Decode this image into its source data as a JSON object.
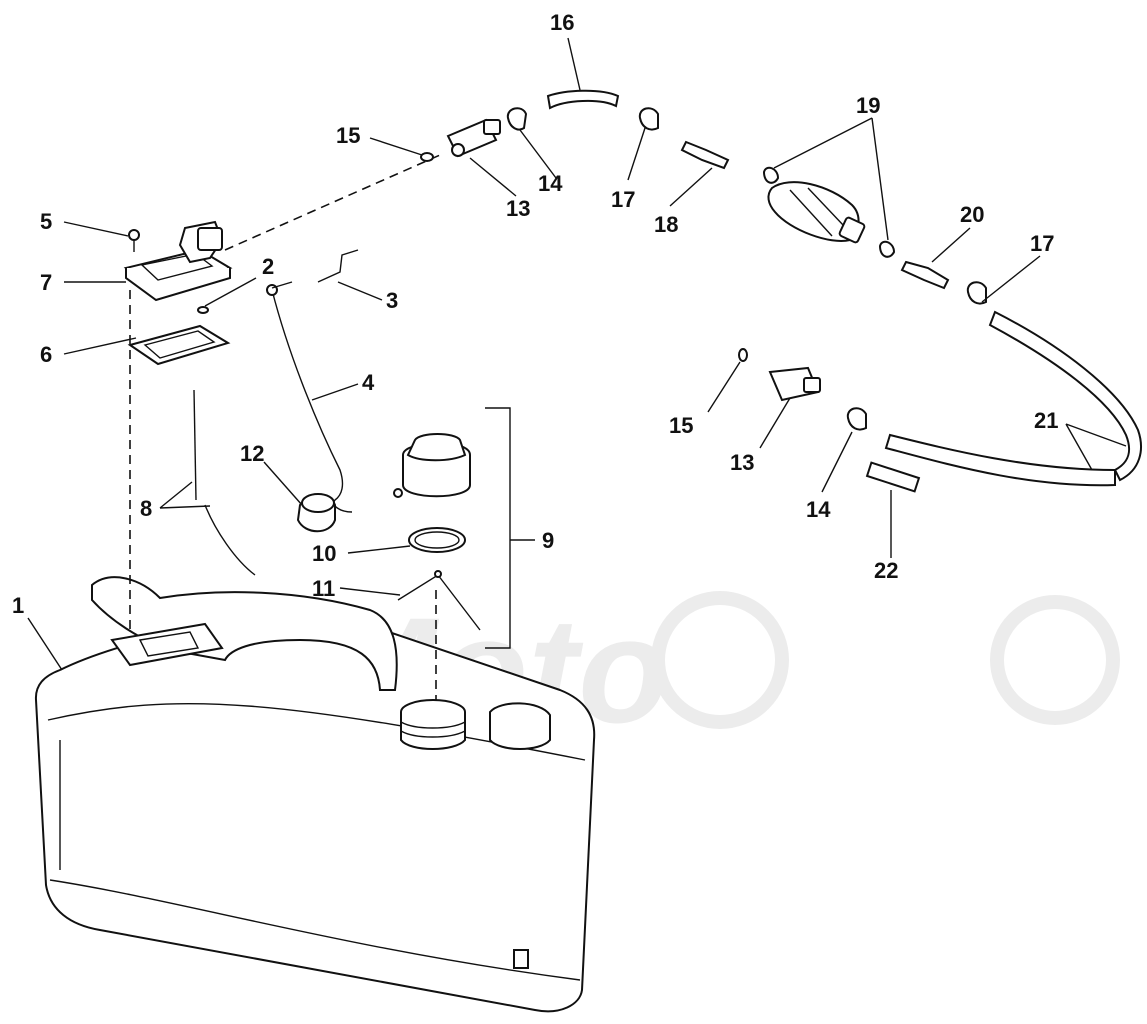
{
  "watermark": "ArtMoto",
  "callouts": [
    "1",
    "2",
    "3",
    "4",
    "5",
    "6",
    "7",
    "8",
    "9",
    "10",
    "11",
    "12",
    "13",
    "13",
    "14",
    "14",
    "15",
    "15",
    "16",
    "17",
    "17",
    "18",
    "19",
    "20",
    "21",
    "22"
  ]
}
